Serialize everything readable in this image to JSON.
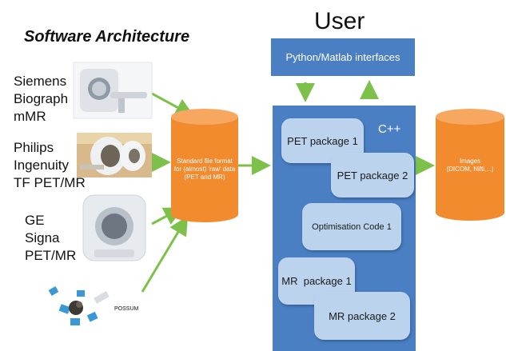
{
  "header": {
    "title": "Software Architecture",
    "user_label": "User"
  },
  "scanners": [
    {
      "label_lines": [
        "Siemens",
        "Biograph",
        "mMR"
      ]
    },
    {
      "label_lines": [
        "Philips",
        "Ingenuity",
        "TF PET/MR"
      ]
    },
    {
      "label_lines": [
        "GE",
        "Signa",
        "PET/MR"
      ]
    },
    {
      "label_lines": [
        "POSSUM"
      ]
    }
  ],
  "storage": {
    "text_lines": [
      "Standard file format",
      "for (almost) 'raw' data",
      "(PET and MR)"
    ],
    "color": "#f28a2e"
  },
  "interfaces": {
    "label": "Python/Matlab interfaces",
    "color": "#4a7fc4"
  },
  "core": {
    "language_label": "C++",
    "packages": [
      {
        "label": "PET package 1"
      },
      {
        "label": "PET package 2"
      },
      {
        "label": "Optimisation Code 1"
      },
      {
        "label": "MR  package 1"
      },
      {
        "label": "MR package 2"
      }
    ]
  },
  "output": {
    "text_lines": [
      "Images",
      "(DICOM, Nifti,...)"
    ],
    "color": "#f28a2e"
  },
  "arrow_color": "#7dc14a"
}
